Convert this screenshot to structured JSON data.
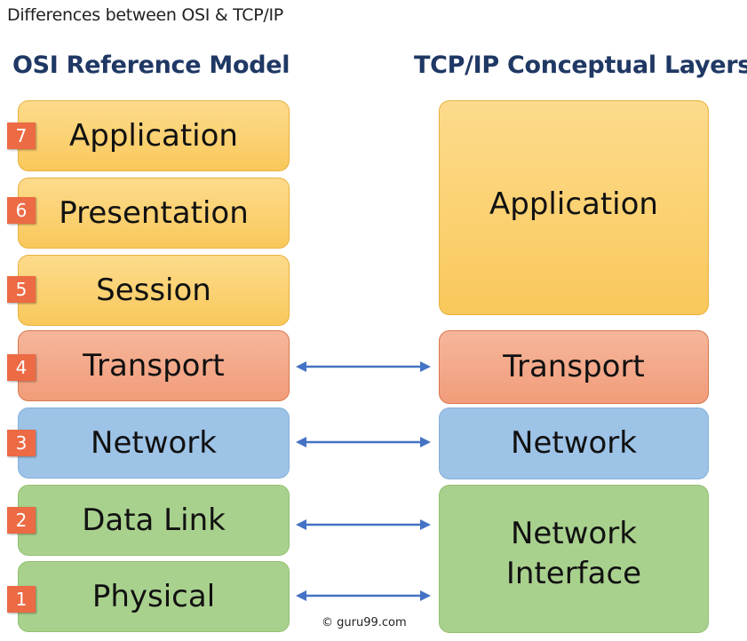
{
  "title": "Differences between OSI & TCP/IP",
  "osi": {
    "heading": "OSI Reference Model",
    "layers": [
      {
        "number": "7",
        "label": "Application"
      },
      {
        "number": "6",
        "label": "Presentation"
      },
      {
        "number": "5",
        "label": "Session"
      },
      {
        "number": "4",
        "label": "Transport"
      },
      {
        "number": "3",
        "label": "Network"
      },
      {
        "number": "2",
        "label": "Data Link"
      },
      {
        "number": "1",
        "label": "Physical"
      }
    ]
  },
  "tcpip": {
    "heading": "TCP/IP Conceptual Layers",
    "layers": [
      {
        "label": "Application"
      },
      {
        "label": "Transport"
      },
      {
        "label": "Network"
      },
      {
        "label": "Network\nInterface"
      }
    ]
  },
  "colors": {
    "heading": "#1f3864",
    "upper_layers": "#fcd173",
    "transport": "#f4a98a",
    "network": "#9dc3e6",
    "link": "#a9d18e",
    "badge": "#ec6a44",
    "arrow": "#4472c4"
  },
  "copyright": "© guru99.com"
}
